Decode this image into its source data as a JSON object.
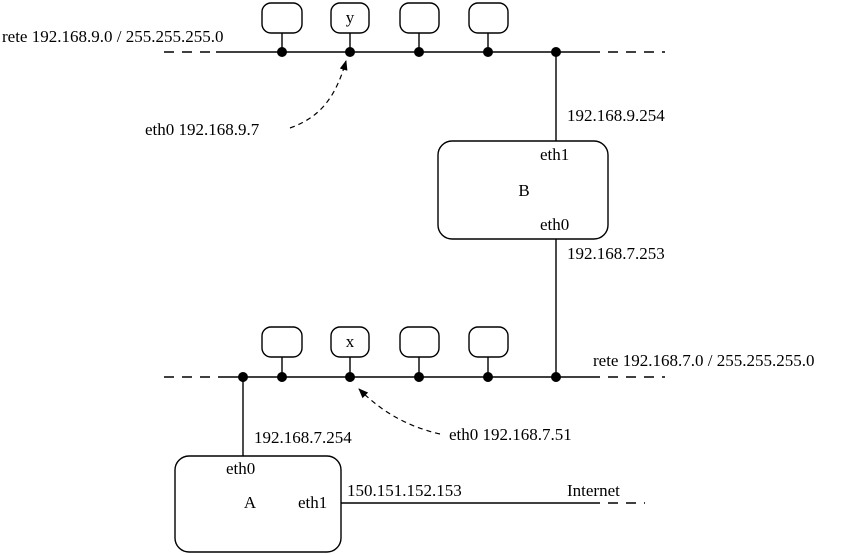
{
  "network_top": {
    "label": "rete 192.168.9.0 / 255.255.255.0"
  },
  "network_bottom": {
    "label": "rete 192.168.7.0 / 255.255.255.0"
  },
  "hosts_top": [
    "",
    "y",
    "",
    ""
  ],
  "hosts_bottom": [
    "",
    "x",
    "",
    ""
  ],
  "annotation_y": "eth0 192.168.9.7",
  "annotation_x": "eth0 192.168.7.51",
  "router_b": {
    "name": "B",
    "if_top": "eth1",
    "if_bottom": "eth0",
    "ip_top": "192.168.9.254",
    "ip_bottom": "192.168.7.253"
  },
  "router_a": {
    "name": "A",
    "if_top": "eth0",
    "if_right": "eth1",
    "ip_top": "192.168.7.254",
    "ip_right": "150.151.152.153"
  },
  "internet_label": "Internet"
}
